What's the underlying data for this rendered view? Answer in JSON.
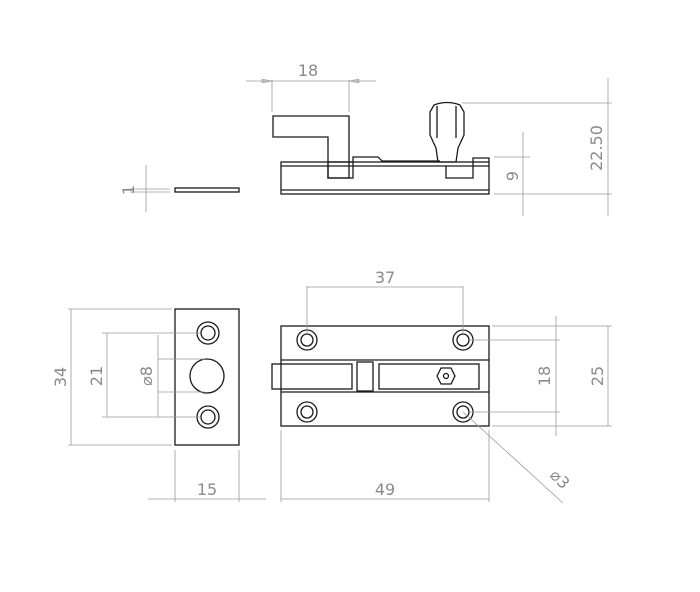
{
  "drawing": {
    "title": "Barrel bolt technical drawing",
    "colors": {
      "part_stroke": "#1a1a1a",
      "dimension": "#9a9a9a",
      "background": "#ffffff"
    },
    "side_view": {
      "dims": {
        "handle_width": "18",
        "overall_height": "22.50",
        "base_height": "9",
        "keep_thickness": "1"
      }
    },
    "keep_plate": {
      "dims": {
        "height": "34",
        "hole_spacing": "21",
        "bore_diameter": "⌀8",
        "width": "15"
      }
    },
    "front_view": {
      "dims": {
        "hole_spacing_x": "37",
        "hole_spacing_y": "18",
        "plate_height": "25",
        "plate_width": "49",
        "hole_diameter": "⌀3"
      }
    }
  }
}
